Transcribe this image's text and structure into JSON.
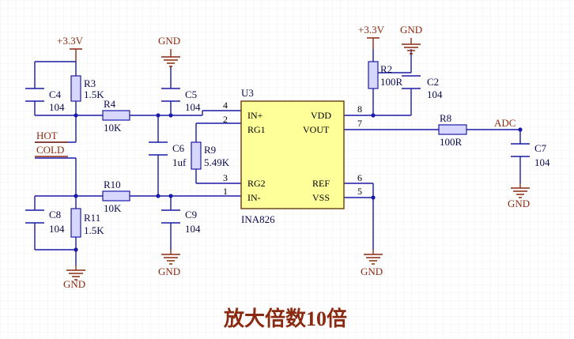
{
  "ic": {
    "ref": "U3",
    "part": "INA826",
    "pins": {
      "in_plus": "IN+",
      "rg1": "RG1",
      "rg2": "RG2",
      "in_minus": "IN-",
      "vdd": "VDD",
      "vout": "VOUT",
      "ref": "REF",
      "vss": "VSS"
    },
    "pin_numbers": {
      "p4": "4",
      "p2": "2",
      "p3": "3",
      "p1": "1",
      "p8": "8",
      "p7": "7",
      "p6": "6",
      "p5": "5"
    }
  },
  "components": {
    "r3": {
      "ref": "R3",
      "value": "1.5K"
    },
    "r4": {
      "ref": "R4",
      "value": "10K"
    },
    "r10": {
      "ref": "R10",
      "value": "10K"
    },
    "r11": {
      "ref": "R11",
      "value": "1.5K"
    },
    "r9": {
      "ref": "R9",
      "value": "5.49K"
    },
    "r2": {
      "ref": "R2",
      "value": "100R"
    },
    "r8": {
      "ref": "R8",
      "value": "100R"
    },
    "c4": {
      "ref": "C4",
      "value": "104"
    },
    "c5": {
      "ref": "C5",
      "value": "104"
    },
    "c6": {
      "ref": "C6",
      "value": "1uf"
    },
    "c8": {
      "ref": "C8",
      "value": "104"
    },
    "c9": {
      "ref": "C9",
      "value": "104"
    },
    "c2": {
      "ref": "C2",
      "value": "104"
    },
    "c7": {
      "ref": "C7",
      "value": "104"
    }
  },
  "nets": {
    "vcc_left": "+3.3V",
    "vcc_right": "+3.3V",
    "gnd": "GND",
    "hot": "HOT",
    "cold": "COLD",
    "adc": "ADC"
  },
  "title": "放大倍数10倍",
  "colors": {
    "wire": "#1a1aa8",
    "power": "#8a2a10",
    "chip_fill": "#ffff9a",
    "resistor_fill": "#d6d6ff"
  }
}
